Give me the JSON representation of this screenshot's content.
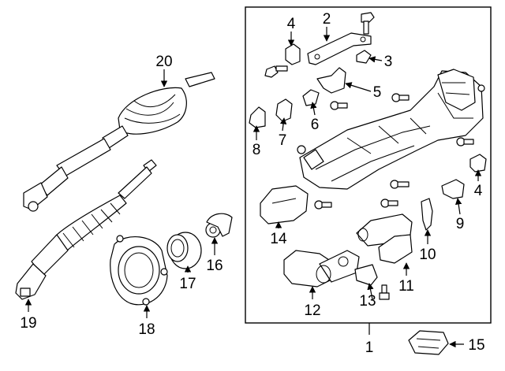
{
  "callouts": {
    "c1": "1",
    "c2": "2",
    "c3": "3",
    "c4a": "4",
    "c4b": "4",
    "c5": "5",
    "c6": "6",
    "c7": "7",
    "c8": "8",
    "c9": "9",
    "c10": "10",
    "c11": "11",
    "c12": "12",
    "c13": "13",
    "c14": "14",
    "c15": "15",
    "c16": "16",
    "c17": "17",
    "c18": "18",
    "c19": "19",
    "c20": "20"
  }
}
